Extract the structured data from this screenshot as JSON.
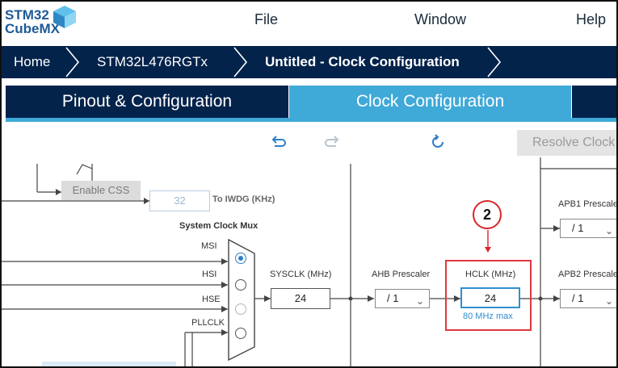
{
  "app": {
    "logo_line1": "STM32",
    "logo_line2": "CubeMX",
    "menu": [
      "File",
      "Window",
      "Help"
    ]
  },
  "breadcrumb": [
    "Home",
    "STM32L476RGTx",
    "Untitled - Clock Configuration"
  ],
  "tabs": [
    "Pinout & Configuration",
    "Clock Configuration"
  ],
  "toolbar": {
    "undo_icon": "undo-icon",
    "redo_icon": "redo-icon",
    "reset_icon": "refresh-icon",
    "resolve_label": "Resolve Clock"
  },
  "clock": {
    "enable_css_label": "Enable CSS",
    "iwdg_value": "32",
    "iwdg_label": "To IWDG (KHz)",
    "mux_title": "System Clock Mux",
    "mux_inputs": [
      "MSI",
      "HSI",
      "HSE",
      "PLLCLK"
    ],
    "mux_selected": "MSI",
    "sysclk_label": "SYSCLK (MHz)",
    "sysclk_value": "24",
    "ahb_label": "AHB Prescaler",
    "ahb_value": "/ 1",
    "hclk_label": "HCLK (MHz)",
    "hclk_value": "24",
    "hclk_max": "80 MHz max",
    "apb1_label": "APB1 Prescale",
    "apb1_value": "/ 1",
    "apb2_label": "APB2 Prescale",
    "apb2_value": "/ 1",
    "callout_number": "2"
  },
  "colors": {
    "navy": "#03234b",
    "tab_active": "#3fa9d8",
    "highlight": "#e0393e",
    "accent_blue": "#2d7fc6"
  }
}
